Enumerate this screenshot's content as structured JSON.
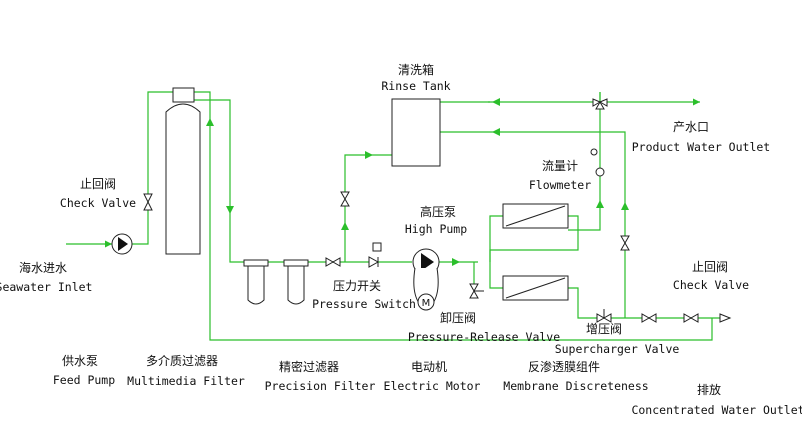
{
  "labels": {
    "rinse_tank_cn": "清洗箱",
    "rinse_tank_en": "Rinse Tank",
    "check_valve_left_cn": "止回阀",
    "check_valve_left_en": "Check Valve",
    "seawater_inlet_cn": "海水进水",
    "seawater_inlet_en": "Seawater Inlet",
    "high_pump_cn": "高压泵",
    "high_pump_en": "High Pump",
    "pressure_switch_cn": "压力开关",
    "pressure_switch_en": "Pressure Switch",
    "release_valve_cn": "卸压阀",
    "release_valve_en": "Pressure-Release Valve",
    "flowmeter_cn": "流量计",
    "flowmeter_en": "Flowmeter",
    "product_outlet_cn": "产水口",
    "product_outlet_en": "Product Water Outlet",
    "check_valve_right_cn": "止回阀",
    "check_valve_right_en": "Check Valve",
    "supercharger_cn": "增压阀",
    "supercharger_en": "Supercharger Valve",
    "feed_pump_cn": "供水泵",
    "feed_pump_en": "Feed Pump",
    "multimedia_cn": "多介质过滤器",
    "multimedia_en": "Multimedia Filter",
    "precision_cn": "精密过滤器",
    "precision_en": "Precision Filter",
    "motor_cn": "电动机",
    "motor_en": "Electric Motor",
    "membrane_cn": "反渗透膜组件",
    "membrane_en": "Membrane Discreteness",
    "drain_cn": "排放",
    "drain_en": "Concentrated Water Outlet",
    "motor_letter": "M"
  },
  "colors": {
    "pipe": "#2bbf2b",
    "outline": "#222222",
    "text": "#111111"
  }
}
